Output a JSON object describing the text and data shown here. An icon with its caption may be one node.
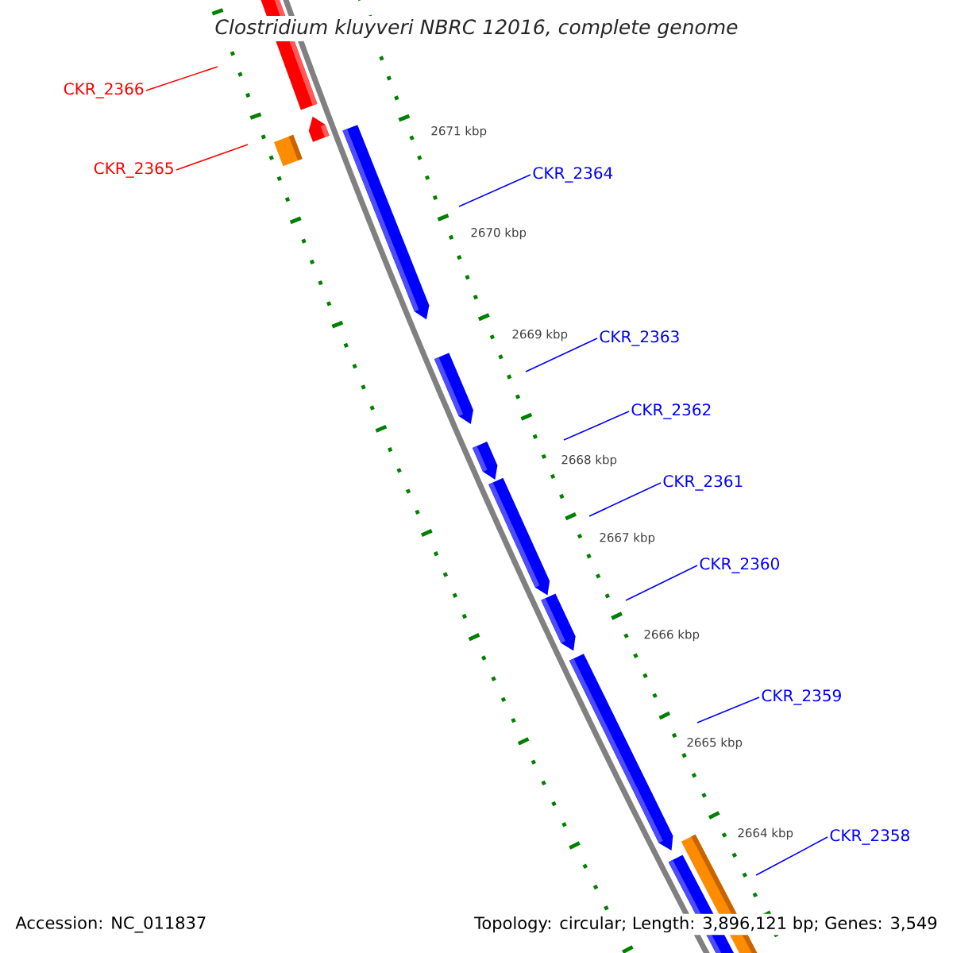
{
  "diagram": {
    "title": "*Clostridium kluyveri* NBRC 12016, complete genome",
    "nodes": [
      {
        "text": [
          "CKR_2366"
        ]
      },
      {
        "text": [
          "CKR_2365"
        ]
      },
      {
        "text": [
          "CKR_2364"
        ]
      },
      {
        "text": [
          "CKR_2363"
        ]
      },
      {
        "text": [
          "CKR_2362"
        ]
      },
      {
        "text": [
          "CKR_2361"
        ]
      },
      {
        "text": [
          "CKR_2360"
        ]
      },
      {
        "text": [
          "CKR_2359"
        ]
      },
      {
        "text": [
          "CKR_2358"
        ]
      }
    ],
    "edges": [
      {
        "from": 0,
        "to": null,
        "arrow": "none",
        "color": "#ff0000"
      },
      {
        "from": 1,
        "to": null,
        "arrow": "none",
        "color": "#ff0000"
      },
      {
        "from": 2,
        "to": null,
        "arrow": "none"
      },
      {
        "from": 3,
        "to": null,
        "arrow": "none"
      },
      {
        "from": 4,
        "to": null,
        "arrow": "none"
      },
      {
        "from": 5,
        "to": null,
        "arrow": "none"
      },
      {
        "from": 6,
        "to": null,
        "arrow": "none"
      },
      {
        "from": 7,
        "to": null,
        "arrow": "none"
      },
      {
        "from": 8,
        "to": null,
        "arrow": "none"
      }
    ],
    "labels": [
      "2671 kbp",
      "2670 kbp",
      "2669 kbp",
      "2668 kbp",
      "2667 kbp",
      "2666 kbp",
      "2665 kbp",
      "2664 kbp",
      "Accession: NC_011837",
      "Topology: circular; Length: 3,896,121 bp; Genes: 3,549"
    ]
  }
}
